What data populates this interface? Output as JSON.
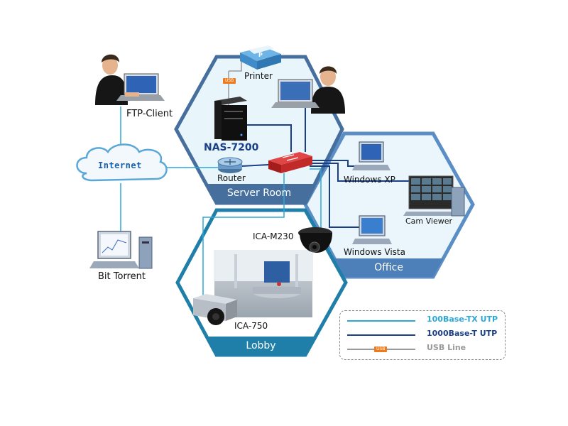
{
  "zones": {
    "server_room": "Server Room",
    "office": "Office",
    "lobby": "Lobby"
  },
  "devices": {
    "ftp_client": "FTP-Client",
    "internet": "Internet",
    "bit_torrent": "Bit Torrent",
    "printer": "Printer",
    "nas": "NAS-7200",
    "router": "Router",
    "windows_xp": "Windows XP",
    "cam_viewer": "Cam Viewer",
    "windows_vista": "Windows Vista",
    "ica_m230": "ICA-M230",
    "ica_750": "ICA-750"
  },
  "usb_tag": "USB",
  "legend": {
    "items": [
      {
        "label": "100Base-TX UTP",
        "color": "#2aa8d8"
      },
      {
        "label": "1000Base-T UTP",
        "color": "#1a3f8a"
      },
      {
        "label": "USB Line",
        "color": "#9a9a9a"
      }
    ]
  },
  "colors": {
    "hex_light": "#e8f5fb",
    "hex_border": "#5a8ec4",
    "band": "#4d7fb8",
    "lobby_border": "#1f7fa8",
    "lobby_band": "#1f7fa8",
    "line_tx": "#2aa8d8",
    "line_t": "#1a3f8a",
    "line_usb": "#9a9a9a"
  }
}
